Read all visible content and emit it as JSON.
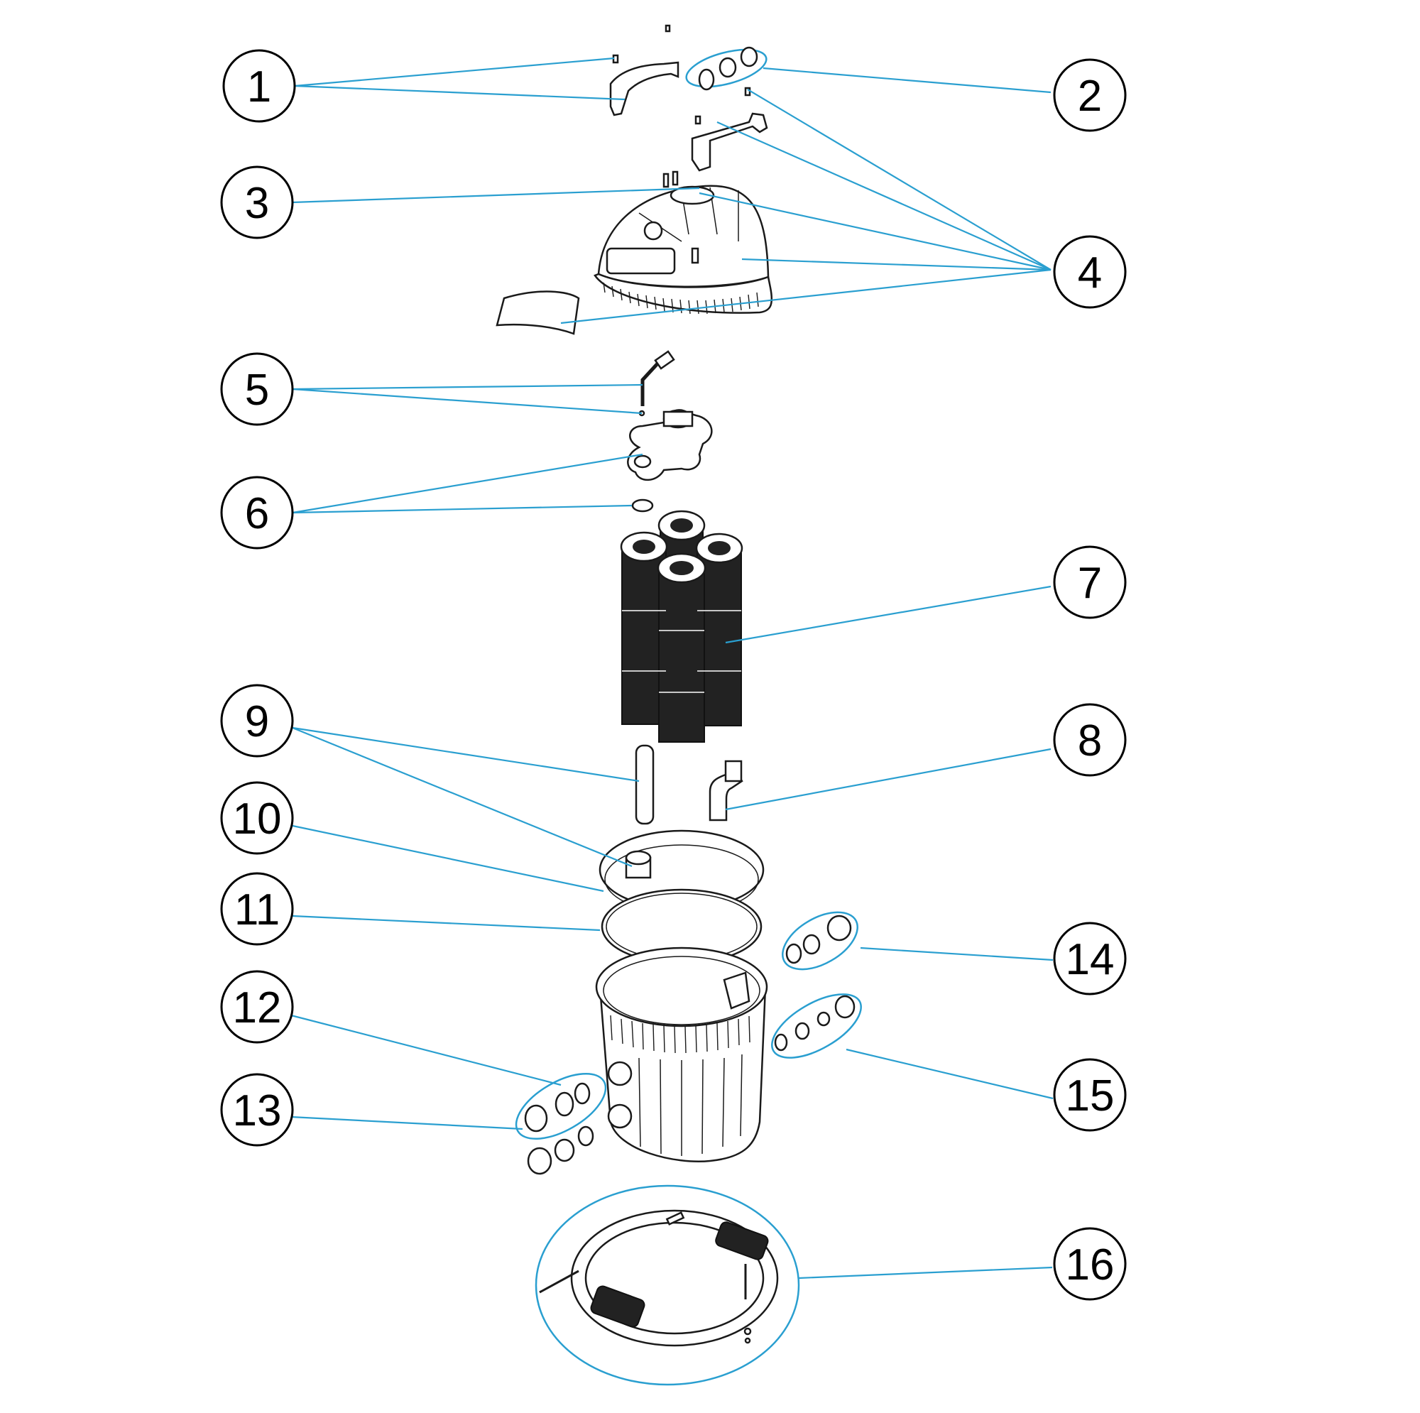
{
  "colors": {
    "leader": "#2a9fd0",
    "outline": "#1a1a1a",
    "background": "#ffffff"
  },
  "callouts": [
    {
      "label": "1"
    },
    {
      "label": "2"
    },
    {
      "label": "3"
    },
    {
      "label": "4"
    },
    {
      "label": "5"
    },
    {
      "label": "6"
    },
    {
      "label": "7"
    },
    {
      "label": "8"
    },
    {
      "label": "9"
    },
    {
      "label": "10"
    },
    {
      "label": "11"
    },
    {
      "label": "12"
    },
    {
      "label": "13"
    },
    {
      "label": "14"
    },
    {
      "label": "15"
    },
    {
      "label": "16"
    }
  ]
}
